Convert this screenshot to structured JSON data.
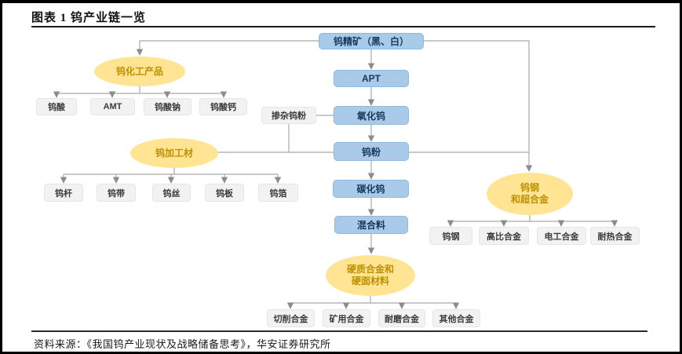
{
  "figure": {
    "title": "图表 1 钨产业链一览",
    "source_note": "资料来源：《我国钨产业现状及战略储备思考》，华安证券研究所"
  },
  "diagram": {
    "process_chain": {
      "concentrate": "钨精矿（黑、白）",
      "apt": "APT",
      "doped_powder": "掺杂钨粉",
      "oxide": "氧化钨",
      "powder": "钨粉",
      "carbide": "碳化钨",
      "mixture": "混合料"
    },
    "groups": {
      "chemical": {
        "label": "钨化工产品",
        "children": [
          "钨酸",
          "AMT",
          "钨酸钠",
          "钨酸钙"
        ]
      },
      "processed": {
        "label": "钨加工材",
        "children": [
          "钨杆",
          "钨带",
          "钨丝",
          "钨板",
          "钨箔"
        ]
      },
      "steel": {
        "label_line1": "钨钢",
        "label_line2": "和超合金",
        "children": [
          "钨钢",
          "高比合金",
          "电工合金",
          "耐热合金"
        ]
      },
      "hard": {
        "label_line1": "硬质合金和",
        "label_line2": "硬面材料",
        "children": [
          "切削合金",
          "矿用合金",
          "耐磨合金",
          "其他合金"
        ]
      }
    }
  },
  "colors": {
    "process_box_fill": "#A9CBE9",
    "process_box_text": "#17375E",
    "group_ellipse_fill": "#FFE593",
    "group_ellipse_text": "#BF9000",
    "leaf_box_fill": "#F2F2F2",
    "leaf_box_text": "#3A3A3A",
    "connector": "#A9A9A9",
    "arrowhead": "#8C8C8C"
  }
}
